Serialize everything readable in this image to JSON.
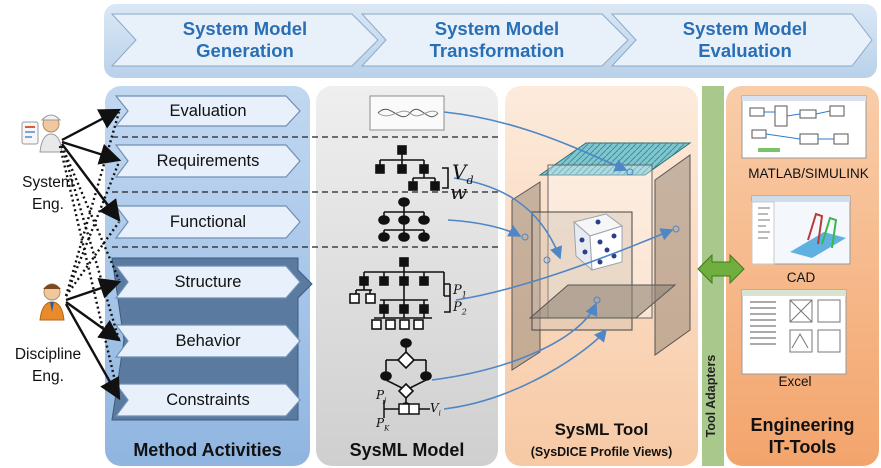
{
  "phases": [
    {
      "line1": "System Model",
      "line2": "Generation"
    },
    {
      "line1": "System Model",
      "line2": "Transformation"
    },
    {
      "line1": "System Model",
      "line2": "Evaluation"
    }
  ],
  "roles": {
    "system_eng": {
      "line1": "System",
      "line2": "Eng."
    },
    "discipline_eng": {
      "line1": "Discipline",
      "line2": "Eng."
    }
  },
  "activities": [
    "Evaluation",
    "Requirements",
    "Functional",
    "Structure",
    "Behavior",
    "Constraints"
  ],
  "panels": {
    "method_activities": "Method Activities",
    "sysml_model": "SysML Model",
    "sysml_tool": "SysML Tool",
    "sysml_tool_sub": "(SysDICE Profile Views)",
    "tool_adapters": "Tool Adapters",
    "engineering_line1": "Engineering",
    "engineering_line2": "IT-Tools"
  },
  "model_symbols": {
    "vd": "V",
    "vd_sub": "d",
    "w": "w",
    "p1": "P",
    "p1_sub": "1",
    "p2": "P",
    "p2_sub": "2",
    "pj": "P",
    "pj_sub": "j",
    "pk": "P",
    "pk_sub": "K",
    "vi": "V",
    "vi_sub": "i"
  },
  "tools": [
    "MATLAB/SIMULINK",
    "CAD",
    "Excel"
  ],
  "colors": {
    "header_fill": "#c9ddef",
    "header_text": "#2a6fb5",
    "method_panel": "#a9c8ea",
    "model_panel": "#dcdcdc",
    "tool_panel": "#fbe0c8",
    "adapter_bar": "#a9c98c",
    "adapter_arrow": "#6fae3f",
    "engineering_panel": "#f6b98c",
    "arrow_blue": "#4f86c6",
    "activity_fill": "#e8f1fb"
  }
}
